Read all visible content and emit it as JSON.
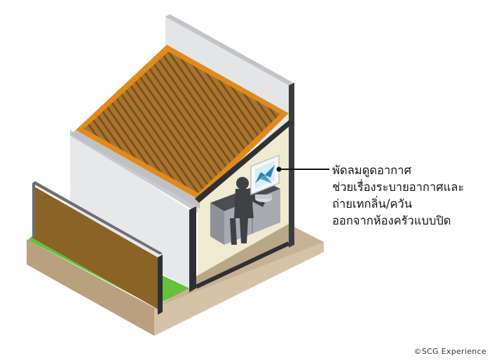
{
  "callout": {
    "lines": [
      "พัดลมดูดอากาศ",
      "ช่วยเรื่องระบายอากาศและ",
      "ถ่ายเทกลิ่น/ควัน",
      "ออกจากห้องครัวแบบปิด"
    ]
  },
  "credit": "©SCG Experience",
  "icons": {
    "fan": "exhaust-fan-icon",
    "person": "person-cooking-icon"
  },
  "colors": {
    "roof": "#a8742e",
    "roof_trim": "#e08a1e",
    "wall": "#e7e8ea",
    "fence": "#8b6326",
    "grass": "#63c13c",
    "ground": "#c8b296",
    "floor": "#b9a886",
    "interior_wall": "#f0ead0",
    "frame": "#2f3033"
  }
}
